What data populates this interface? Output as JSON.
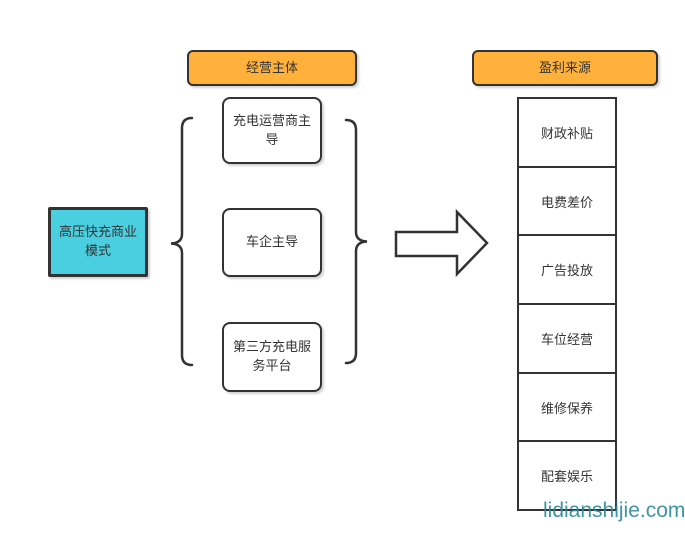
{
  "diagram": {
    "root_label": "高压快充商业\n模式",
    "operators": {
      "header": "经营主体",
      "items": [
        "充电运营商主导",
        "车企主导",
        "第三方充电服务平台"
      ]
    },
    "profits": {
      "header": "盈利来源",
      "items": [
        "财政补贴",
        "电费差价",
        "广告投放",
        "车位经营",
        "维修保养",
        "配套娱乐"
      ]
    },
    "watermark": "lidianshijie.com",
    "colors": {
      "root_fill": "#4ACFE0",
      "header_fill": "#FFB13C",
      "shape_stroke": "#333333",
      "text": "#333333",
      "watermark": "#2E8B9D",
      "background": "#FFFFFF"
    }
  }
}
